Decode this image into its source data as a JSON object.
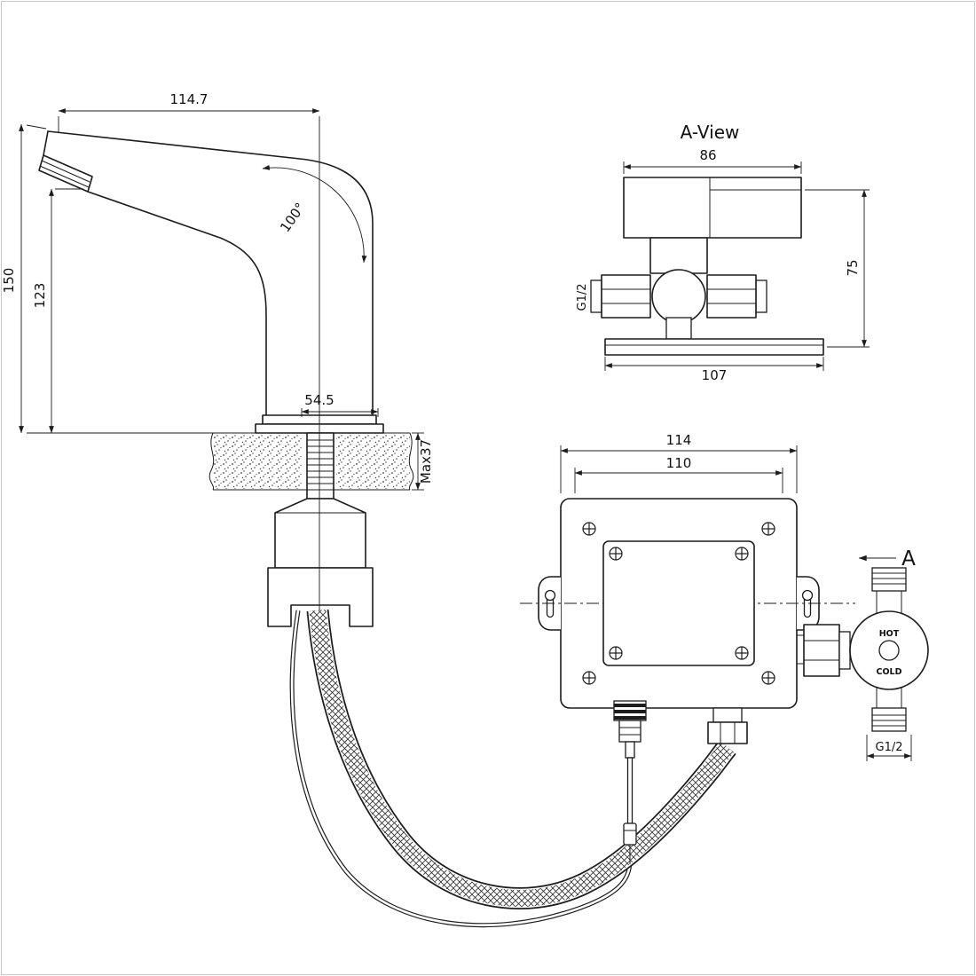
{
  "side_view": {
    "dim_spout_reach": "114.7",
    "dim_total_height": "150",
    "dim_outlet_height": "123",
    "spout_angle": "100°",
    "dim_base": "54.5",
    "dim_deck": "Max37"
  },
  "a_view": {
    "title": "A-View",
    "dim_width": "86",
    "dim_height": "75",
    "dim_base": "107",
    "thread": "G1/2"
  },
  "control_box": {
    "dim_outer": "114",
    "dim_inner": "110",
    "section_label": "A",
    "hot": "HOT",
    "cold": "COLD",
    "thread": "G1/2"
  }
}
